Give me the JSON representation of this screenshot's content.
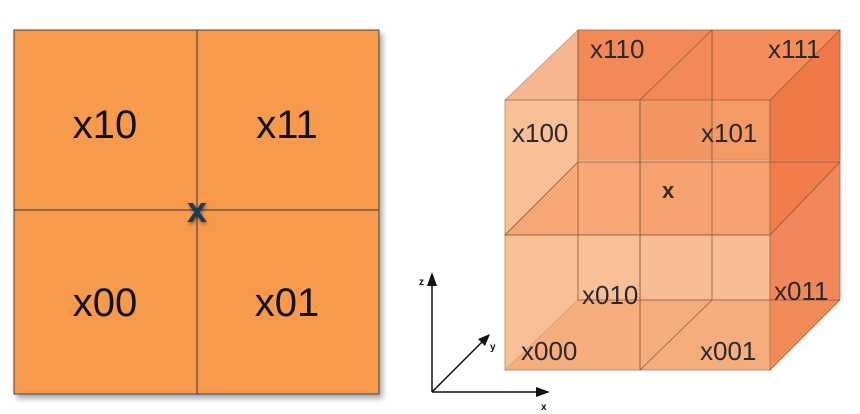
{
  "grid2d": {
    "cells": {
      "top_left": "x10",
      "top_right": "x11",
      "bottom_left": "x00",
      "bottom_right": "x01"
    },
    "center_marker": "x"
  },
  "cube3d": {
    "vertices": {
      "x110": "x110",
      "x111": "x111",
      "x100": "x100",
      "x101": "x101",
      "x010": "x010",
      "x011": "x011",
      "x000": "x000",
      "x001": "x001"
    },
    "center_marker": "x"
  },
  "axes": {
    "z_label": "z",
    "y_label": "y",
    "x_label": "x"
  },
  "colors": {
    "square_fill": "#F79A4C",
    "cube_face": "#F58A4A",
    "marker": "#1F3B5C",
    "line": "#333333"
  }
}
